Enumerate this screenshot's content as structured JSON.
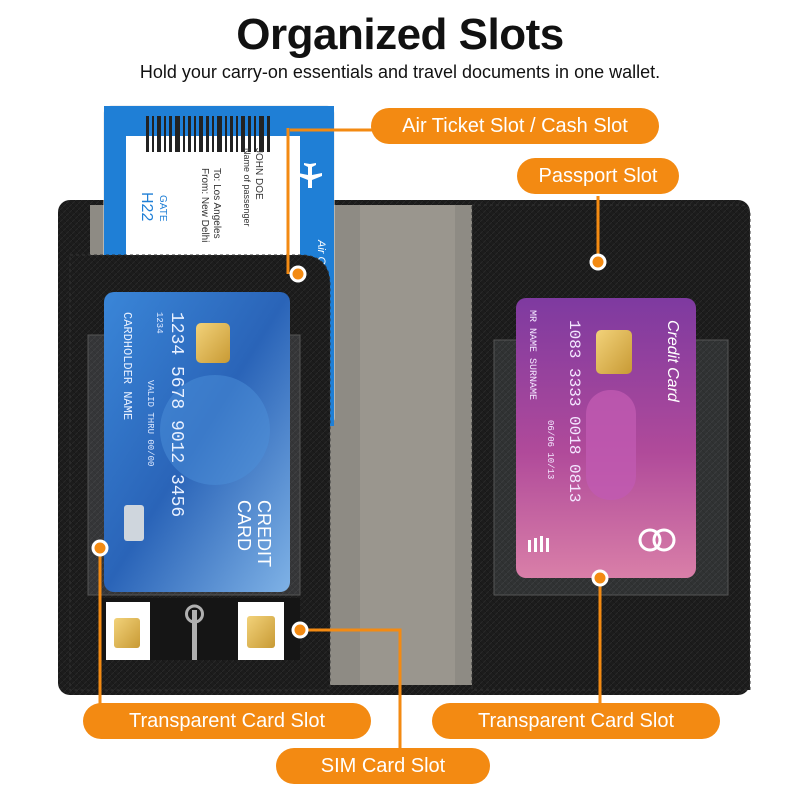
{
  "header": {
    "title": "Organized Slots",
    "subtitle": "Hold your carry-on essentials and travel documents in one wallet."
  },
  "colors": {
    "accent": "#f38a12",
    "wallet": "#1c1c1c",
    "lining": "#8e8b84",
    "ticket_blue": "#1f7fd6",
    "card_blue": "#2f6fc4",
    "card_purple": "#8a3f9e"
  },
  "labels": {
    "air_ticket": "Air Ticket Slot / Cash Slot",
    "passport": "Passport Slot",
    "transparent_left": "Transparent Card Slot",
    "transparent_right": "Transparent Card Slot",
    "sim": "SIM Card Slot"
  },
  "ticket": {
    "gate_label": "GATE",
    "gate": "H22",
    "from": "From: New Delhi",
    "to": "To: Los Angeles",
    "passenger_label": "Name of passenger",
    "passenger": "JOHN DOE",
    "airline": "Air Company"
  },
  "blue_card": {
    "number": "1234 5678 9012 3456",
    "small_number": "1234",
    "valid": "VALID THRU 00/00",
    "holder": "CARDHOLDER NAME",
    "brand_line1": "CREDIT",
    "brand_line2": "CARD"
  },
  "purple_card": {
    "brand": "Credit Card",
    "number": "1083 3333 0018 0813",
    "name": "MR NAME SURNAME",
    "dates": "06/06   10/13"
  }
}
